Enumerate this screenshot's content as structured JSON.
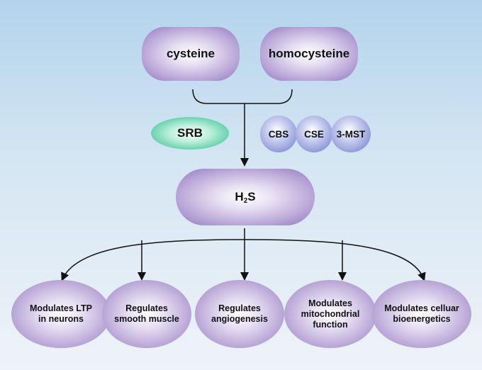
{
  "substrates": {
    "cysteine": "cysteine",
    "homocysteine": "homocysteine"
  },
  "inhibitor": "SRB",
  "enzymes": [
    "CBS",
    "CSE",
    "3-MST"
  ],
  "product": {
    "main": "H",
    "subscript": "2",
    "tail": "S"
  },
  "effects": [
    {
      "line1": "Modulates LTP",
      "line2": "in neurons",
      "line3": ""
    },
    {
      "line1": "Regulates",
      "line2": "smooth muscle",
      "line3": ""
    },
    {
      "line1": "Regulates",
      "line2": "angiogenesis",
      "line3": ""
    },
    {
      "line1": "Modulates",
      "line2": "mitochondrial",
      "line3": "function"
    },
    {
      "line1": "Modulates celluar",
      "line2": "bioenergetics",
      "line3": ""
    }
  ]
}
